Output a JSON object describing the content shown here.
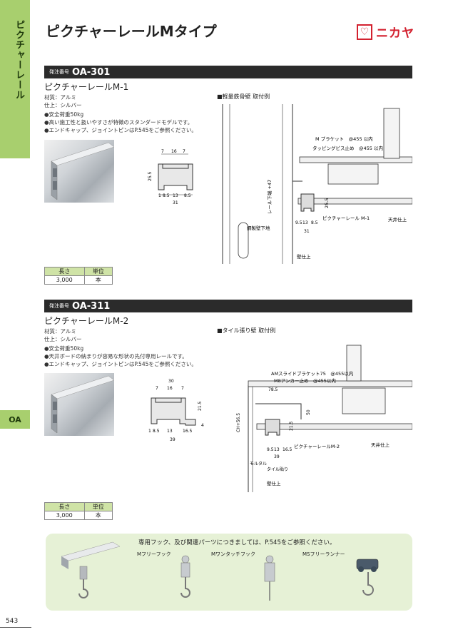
{
  "side_tab": {
    "title": "ピクチャーレール",
    "index": "OA"
  },
  "header": {
    "title": "ピクチャーレールMタイプ",
    "brand": "ニカヤ"
  },
  "products": [
    {
      "order_label": "発注番号",
      "order_no": "OA-301",
      "name": "ピクチャーレールM-1",
      "material": "材質：アルミ",
      "finish": "仕上：シルバー",
      "features": [
        "●安全荷重50kg",
        "●高い施工性と扱いやすさが特徴のスタンダードモデルです。",
        "●エンドキャップ、ジョイントピンはP.545をご参照ください。"
      ],
      "dims": {
        "top": [
          "7",
          "16",
          "7"
        ],
        "height": "25.5",
        "bottom": [
          "1",
          "8.5",
          "13",
          "8.5"
        ],
        "total": "31"
      },
      "table": {
        "headers": [
          "長さ",
          "単位"
        ],
        "row": [
          "3,000",
          "本"
        ]
      },
      "diagram": {
        "title": "■軽量鉄骨壁 取付例",
        "labels": [
          "M ブラケット　@455 以内",
          "タッピングビス止め　@455 以内",
          "レール下端 +47",
          "25.5",
          "9.5",
          "13",
          "8.5",
          "31",
          "ピクチャーレール M-1",
          "天井仕上",
          "鋼製壁下地",
          "壁仕上"
        ]
      }
    },
    {
      "order_label": "発注番号",
      "order_no": "OA-311",
      "name": "ピクチャーレールM-2",
      "material": "材質：アルミ",
      "finish": "仕上：シルバー",
      "features": [
        "●安全荷重50kg",
        "●天井ボードの納まりが容易な形状の先付専用レールです。",
        "●エンドキャップ、ジョイントピンはP.545をご参照ください。"
      ],
      "dims": {
        "top_total": "30",
        "top": [
          "7",
          "16",
          "7"
        ],
        "height": "21.5",
        "side": "4",
        "bottom": [
          "1",
          "8.5",
          "13",
          "16.5"
        ],
        "total": "39"
      },
      "table": {
        "headers": [
          "長さ",
          "単位"
        ],
        "row": [
          "3,000",
          "本"
        ]
      },
      "diagram": {
        "title": "■タイル張り壁 取付例",
        "labels": [
          "AMスライドブラケット75　@455以内",
          "M8アンカー止め　@455以内",
          "78.5",
          "50",
          "CH+56.5",
          "21.5",
          "9.5",
          "13",
          "16.5",
          "39",
          "ピクチャーレールM-2",
          "天井仕上",
          "モルタル",
          "タイル貼り",
          "壁仕上"
        ]
      }
    }
  ],
  "accessories": {
    "note": "専用フック、及び関連パーツにつきましては、P.545をご参照ください。",
    "items": [
      "Mフリーフック",
      "Mワンタッチフック",
      "MSフリーランナー"
    ]
  },
  "page_number": "543",
  "colors": {
    "green": "#a8cf6e",
    "bar": "#2b2b2b",
    "accent_red": "#d3212f",
    "light_green": "#e6f1d6"
  }
}
